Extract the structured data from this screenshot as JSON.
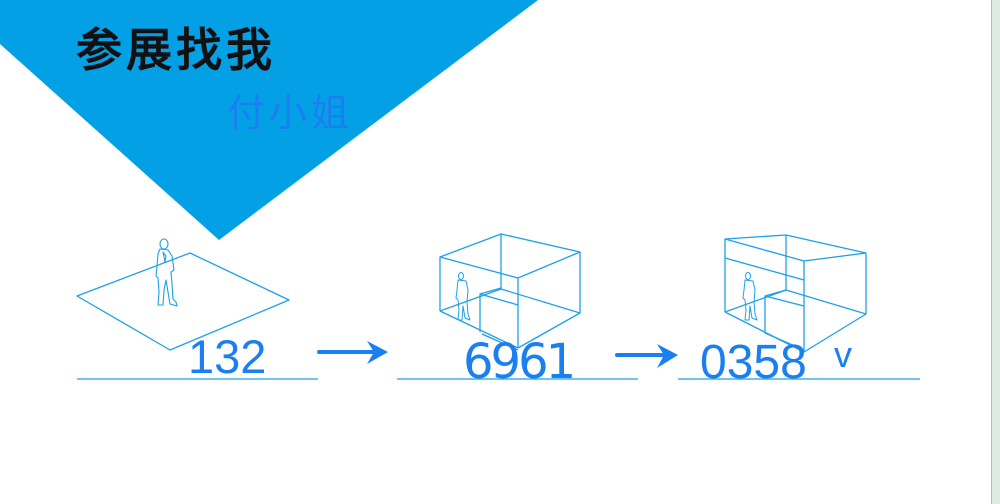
{
  "header": {
    "title": "参展找我",
    "contact_name": "付小姐",
    "banner_color": "#03a0e6"
  },
  "diagram": {
    "line_color": "#1ea0e8",
    "text_color": "#1a7ff0",
    "stages": [
      {
        "label": "132",
        "icon": "open-floor-space-icon"
      },
      {
        "label": "6961",
        "icon": "standard-booth-icon"
      },
      {
        "label": "0358",
        "icon": "premium-booth-icon"
      }
    ],
    "suffix": "v",
    "connectors": [
      "arrow-right-icon",
      "arrow-right-icon"
    ]
  },
  "scrollbar": {
    "color": "#dcece4"
  }
}
